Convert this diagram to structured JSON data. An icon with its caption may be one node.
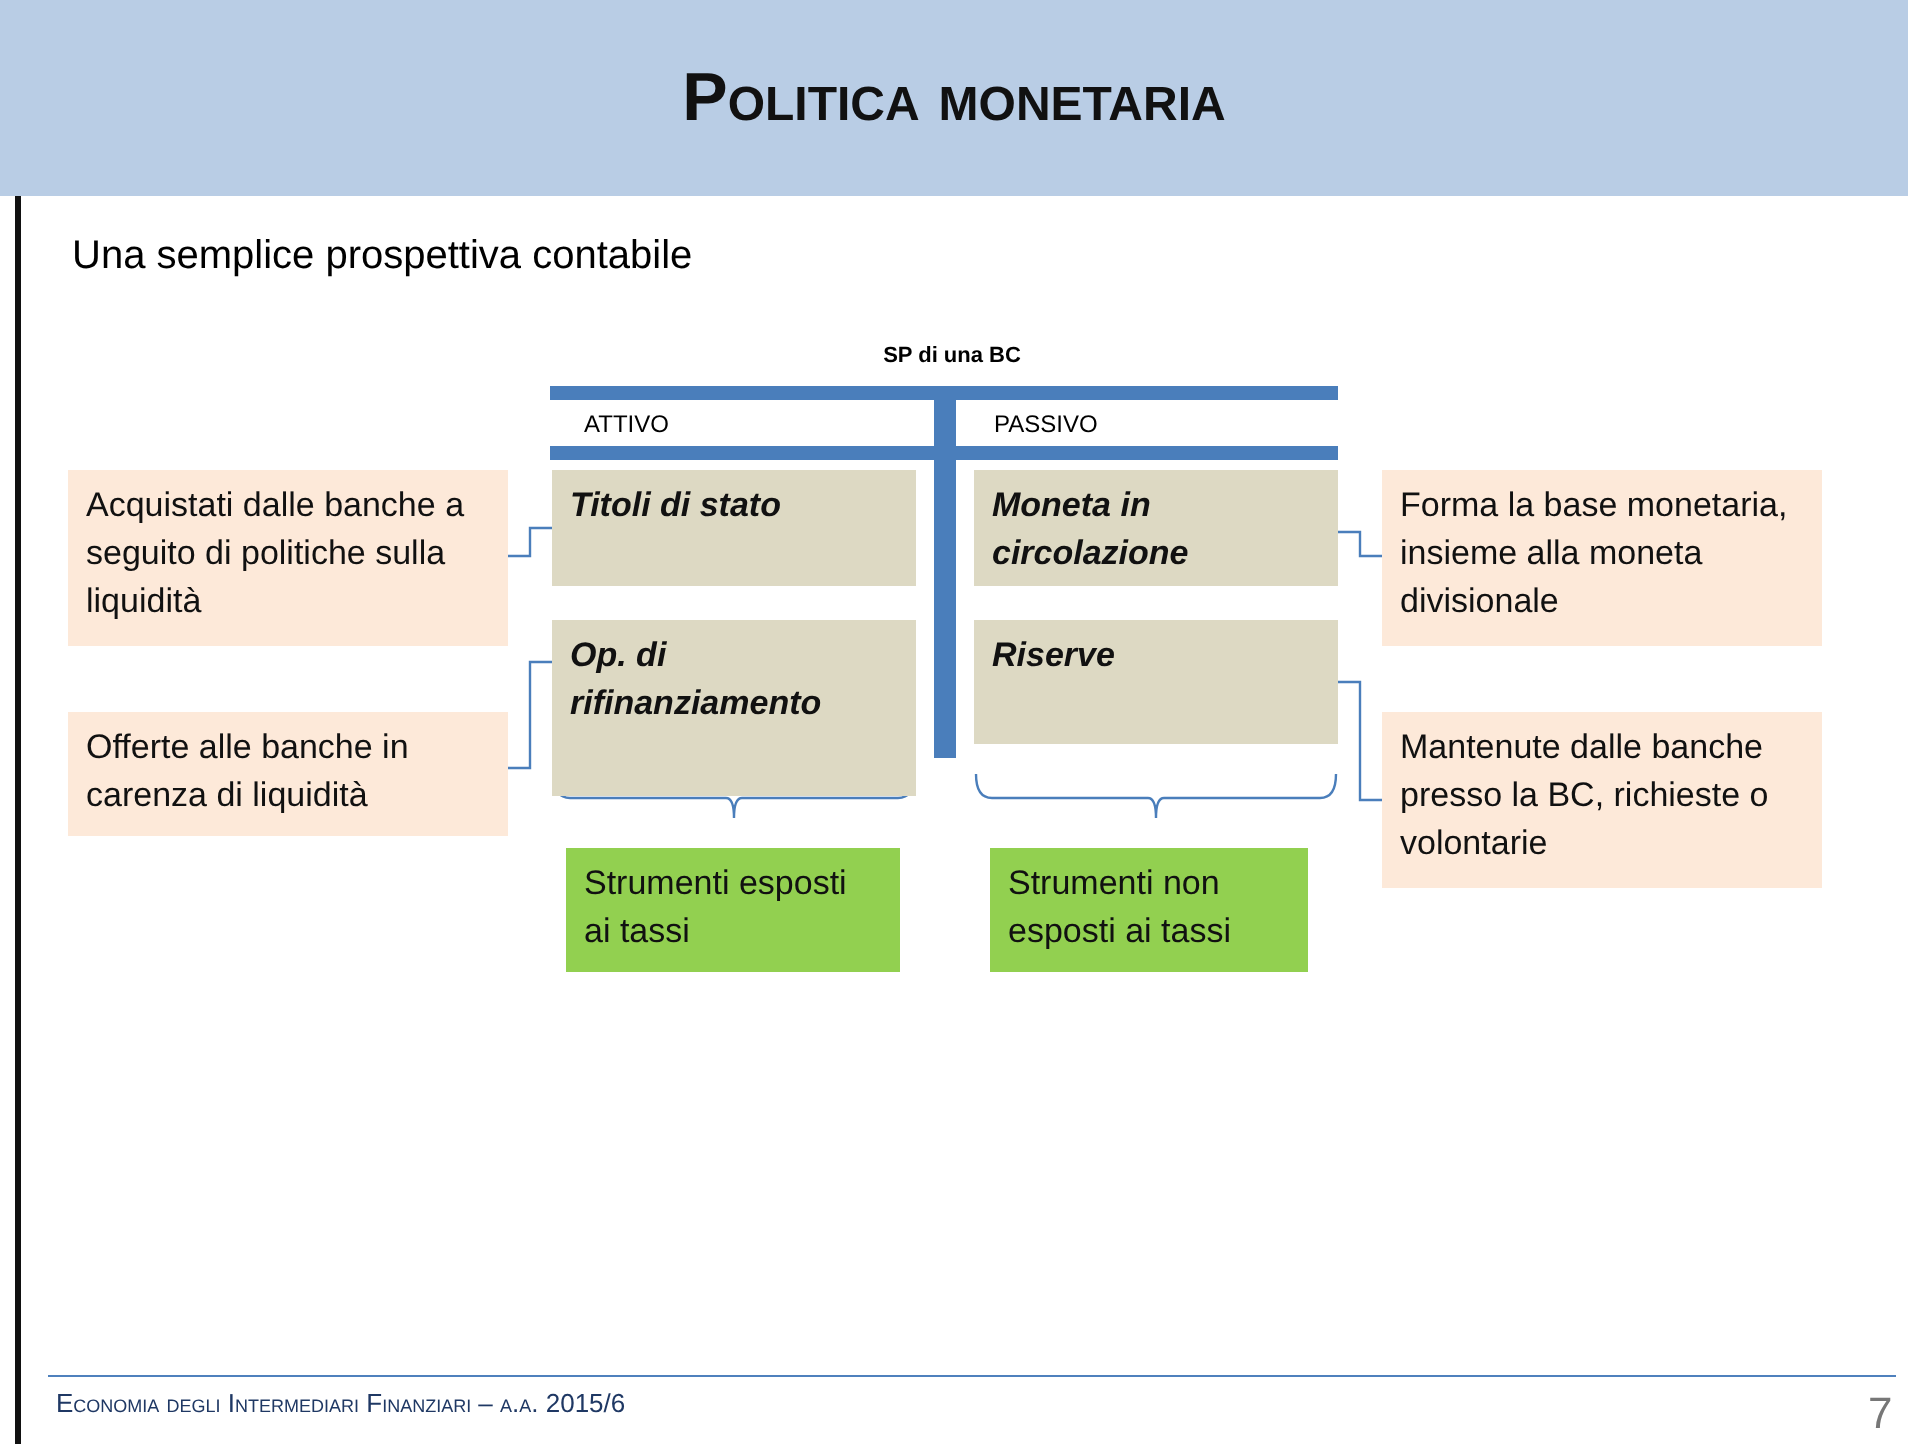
{
  "diagram": {
    "title": "Politica monetaria",
    "nodes": [
      {
        "text": [
          "Titoli di stato"
        ]
      },
      {
        "text": [
          "Op. di rifinanziamento"
        ]
      },
      {
        "text": [
          "Moneta in circolazione"
        ]
      },
      {
        "text": [
          "Riserve"
        ]
      },
      {
        "text": [
          "Acquistati dalle banche a seguito di politiche sulla liquidità"
        ]
      },
      {
        "text": [
          "Offerte alle banche in carenza di liquidità"
        ]
      },
      {
        "text": [
          "Forma la base monetaria, insieme alla moneta divisionale"
        ]
      },
      {
        "text": [
          "Mantenute dalle banche presso la BC, richieste o volontarie"
        ]
      },
      {
        "text": [
          "Strumenti esposti ai tassi"
        ]
      },
      {
        "text": [
          "Strumenti non esposti ai tassi"
        ]
      }
    ],
    "edges": [
      {
        "from": 4,
        "to": 0,
        "arrow": "none"
      },
      {
        "from": 5,
        "to": 1,
        "arrow": "none"
      },
      {
        "from": 6,
        "to": 2,
        "arrow": "none"
      },
      {
        "from": 7,
        "to": 3,
        "arrow": "none"
      }
    ],
    "labels": [
      "Una semplice prospettiva contabile",
      "SP di una BC",
      "ATTIVO",
      "PASSIVO",
      "Economia degli Intermediari Finanziari – a.a. 2015/6",
      "7"
    ]
  }
}
